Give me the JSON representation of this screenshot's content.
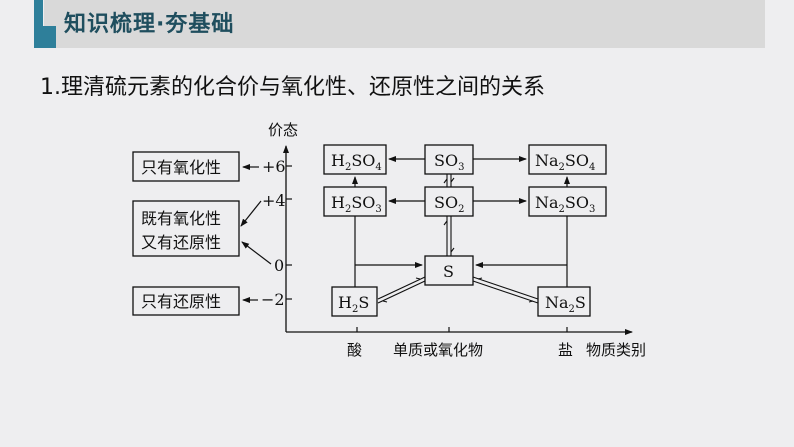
{
  "header": {
    "title": "知识梳理·夯基础",
    "accent_color": "#2e7f9a",
    "title_color": "#1f4e5e"
  },
  "subtitle": "1.理清硫元素的化合价与氧化性、还原性之间的关系",
  "diagram": {
    "y_axis": {
      "label": "价态",
      "ticks": [
        "+6",
        "+4",
        "0",
        "−2"
      ]
    },
    "x_axis": {
      "label": "物质类别",
      "ticks": [
        "酸",
        "单质或氧化物",
        "盐"
      ]
    },
    "property_boxes": {
      "oxidizing_only": "只有氧化性",
      "both_line1": "既有氧化性",
      "both_line2": "又有还原性",
      "reducing_only": "只有还原性"
    },
    "species": {
      "h2so4": {
        "main": "H",
        "sub1": "2",
        "mid": "SO",
        "sub2": "4"
      },
      "so3": {
        "main": "SO",
        "sub": "3"
      },
      "na2so4": {
        "main": "Na",
        "sub1": "2",
        "mid": "SO",
        "sub2": "4"
      },
      "h2so3": {
        "main": "H",
        "sub1": "2",
        "mid": "SO",
        "sub2": "3"
      },
      "so2": {
        "main": "SO",
        "sub": "2"
      },
      "na2so3": {
        "main": "Na",
        "sub1": "2",
        "mid": "SO",
        "sub2": "3"
      },
      "s": {
        "main": "S"
      },
      "h2s": {
        "main": "H",
        "sub1": "2",
        "mid": "S"
      },
      "na2s": {
        "main": "Na",
        "sub1": "2",
        "mid": "S"
      }
    }
  }
}
